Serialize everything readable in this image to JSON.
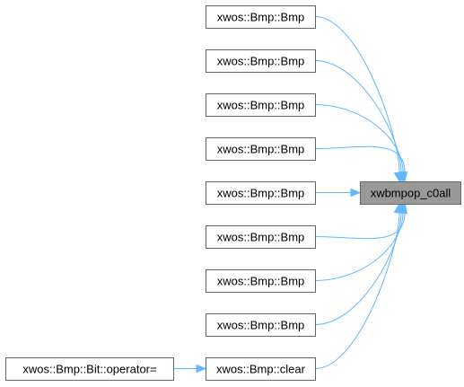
{
  "diagram": {
    "nodes": [
      {
        "id": "n0",
        "label": "xwbmpop_c0all",
        "target": true
      },
      {
        "id": "n1",
        "label": "xwos::Bmp::Bmp"
      },
      {
        "id": "n2",
        "label": "xwos::Bmp::Bmp"
      },
      {
        "id": "n3",
        "label": "xwos::Bmp::Bmp"
      },
      {
        "id": "n4",
        "label": "xwos::Bmp::Bmp"
      },
      {
        "id": "n5",
        "label": "xwos::Bmp::Bmp"
      },
      {
        "id": "n6",
        "label": "xwos::Bmp::Bmp"
      },
      {
        "id": "n7",
        "label": "xwos::Bmp::Bmp"
      },
      {
        "id": "n8",
        "label": "xwos::Bmp::Bmp"
      },
      {
        "id": "n9",
        "label": "xwos::Bmp::clear"
      },
      {
        "id": "n10",
        "label": "xwos::Bmp::Bit::operator="
      }
    ],
    "edges": [
      {
        "from": "n1",
        "to": "n0"
      },
      {
        "from": "n2",
        "to": "n0"
      },
      {
        "from": "n3",
        "to": "n0"
      },
      {
        "from": "n4",
        "to": "n0"
      },
      {
        "from": "n5",
        "to": "n0"
      },
      {
        "from": "n6",
        "to": "n0"
      },
      {
        "from": "n7",
        "to": "n0"
      },
      {
        "from": "n8",
        "to": "n0"
      },
      {
        "from": "n9",
        "to": "n0"
      },
      {
        "from": "n10",
        "to": "n9"
      }
    ],
    "colors": {
      "edge": "#63b8ff",
      "node_border": "#666666",
      "node_fill": "#ffffff",
      "target_fill": "#999999"
    }
  }
}
